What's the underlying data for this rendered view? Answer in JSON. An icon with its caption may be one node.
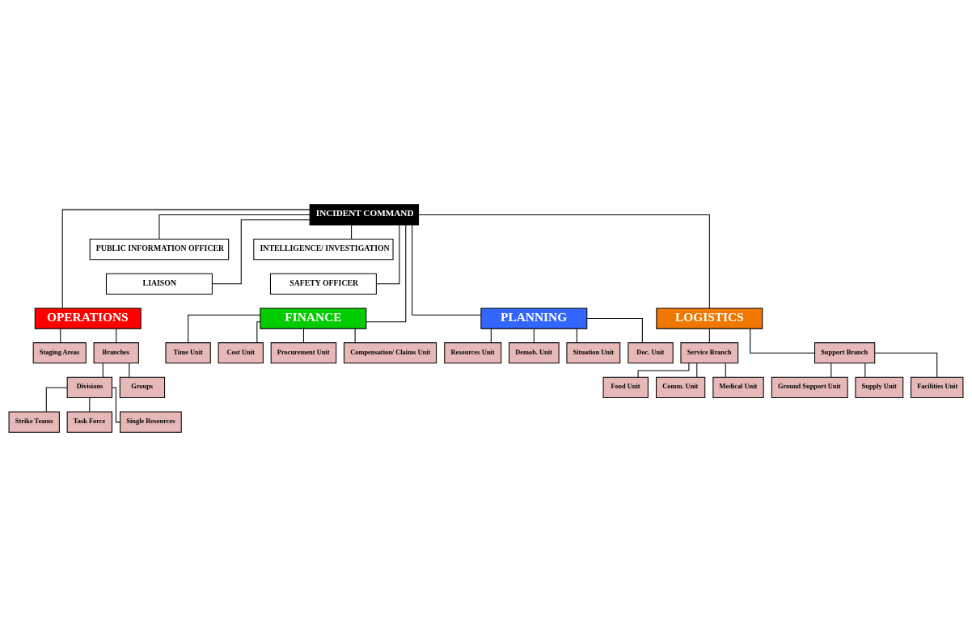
{
  "diagram": {
    "nodes": [
      {
        "text": [
          "INCIDENT COMMAND"
        ]
      },
      {
        "text": [
          "PUBLIC INFORMATION OFFICER"
        ]
      },
      {
        "text": [
          "INTELLIGENCE/ INVESTIGATION"
        ]
      },
      {
        "text": [
          "LIAISON"
        ]
      },
      {
        "text": [
          "SAFETY OFFICER"
        ]
      },
      {
        "text": [
          "OPERATIONS"
        ]
      },
      {
        "text": [
          "PLANNING"
        ]
      },
      {
        "text": [
          "LOGISTICS"
        ]
      },
      {
        "text": [
          "FINANCE"
        ]
      },
      {
        "text": [
          "Staging Areas"
        ]
      },
      {
        "text": [
          "Branches"
        ]
      },
      {
        "text": [
          "Divisions"
        ]
      },
      {
        "text": [
          "Groups"
        ]
      },
      {
        "text": [
          "Strike Teams"
        ]
      },
      {
        "text": [
          "Task Force"
        ]
      },
      {
        "text": [
          "Single Resources"
        ]
      },
      {
        "text": [
          "Resources Unit"
        ]
      },
      {
        "text": [
          "Demob. Unit"
        ]
      },
      {
        "text": [
          "Situation Unit"
        ]
      },
      {
        "text": [
          "Doc. Unit"
        ]
      },
      {
        "text": [
          "Service Branch"
        ]
      },
      {
        "text": [
          "Support Branch"
        ]
      },
      {
        "text": [
          "Comm. Unit"
        ]
      },
      {
        "text": [
          "Medical Unit"
        ]
      },
      {
        "text": [
          "Food Unit"
        ]
      },
      {
        "text": [
          "Supply Unit"
        ]
      },
      {
        "text": [
          "Facilities Unit"
        ]
      },
      {
        "text": [
          "Ground Support Unit"
        ]
      },
      {
        "text": [
          "Time Unit"
        ]
      },
      {
        "text": [
          "Cost Unit"
        ]
      },
      {
        "text": [
          "Procurement Unit"
        ]
      },
      {
        "text": [
          "Compensation/ Claims Unit"
        ]
      }
    ],
    "edges": [
      {
        "from": 0,
        "to": 1,
        "arrow": "none"
      },
      {
        "from": 0,
        "to": 2,
        "arrow": "none"
      },
      {
        "from": 0,
        "to": 3,
        "arrow": "none"
      },
      {
        "from": 0,
        "to": 4,
        "arrow": "none"
      },
      {
        "from": 0,
        "to": 5,
        "arrow": "none"
      },
      {
        "from": 0,
        "to": 6,
        "arrow": "none"
      },
      {
        "from": 0,
        "to": 7,
        "arrow": "none"
      },
      {
        "from": 0,
        "to": 8,
        "arrow": "none"
      },
      {
        "from": 5,
        "to": 9,
        "arrow": "none"
      },
      {
        "from": 5,
        "to": 10,
        "arrow": "none"
      },
      {
        "from": 10,
        "to": 11,
        "arrow": "none"
      },
      {
        "from": 10,
        "to": 12,
        "arrow": "none"
      },
      {
        "from": 11,
        "to": 13,
        "arrow": "none"
      },
      {
        "from": 11,
        "to": 14,
        "arrow": "none"
      },
      {
        "from": 11,
        "to": 15,
        "arrow": "none"
      },
      {
        "from": 6,
        "to": 16,
        "arrow": "none"
      },
      {
        "from": 6,
        "to": 17,
        "arrow": "none"
      },
      {
        "from": 6,
        "to": 18,
        "arrow": "none"
      },
      {
        "from": 6,
        "to": 19,
        "arrow": "none"
      },
      {
        "from": 7,
        "to": 20,
        "arrow": "none"
      },
      {
        "from": 7,
        "to": 21,
        "arrow": "none"
      },
      {
        "from": 20,
        "to": 22,
        "arrow": "none"
      },
      {
        "from": 20,
        "to": 23,
        "arrow": "none"
      },
      {
        "from": 20,
        "to": 24,
        "arrow": "none"
      },
      {
        "from": 21,
        "to": 25,
        "arrow": "none"
      },
      {
        "from": 21,
        "to": 26,
        "arrow": "none"
      },
      {
        "from": 21,
        "to": 27,
        "arrow": "none"
      },
      {
        "from": 8,
        "to": 28,
        "arrow": "none"
      },
      {
        "from": 8,
        "to": 29,
        "arrow": "none"
      },
      {
        "from": 8,
        "to": 30,
        "arrow": "none"
      },
      {
        "from": 8,
        "to": 31,
        "arrow": "none"
      }
    ]
  }
}
